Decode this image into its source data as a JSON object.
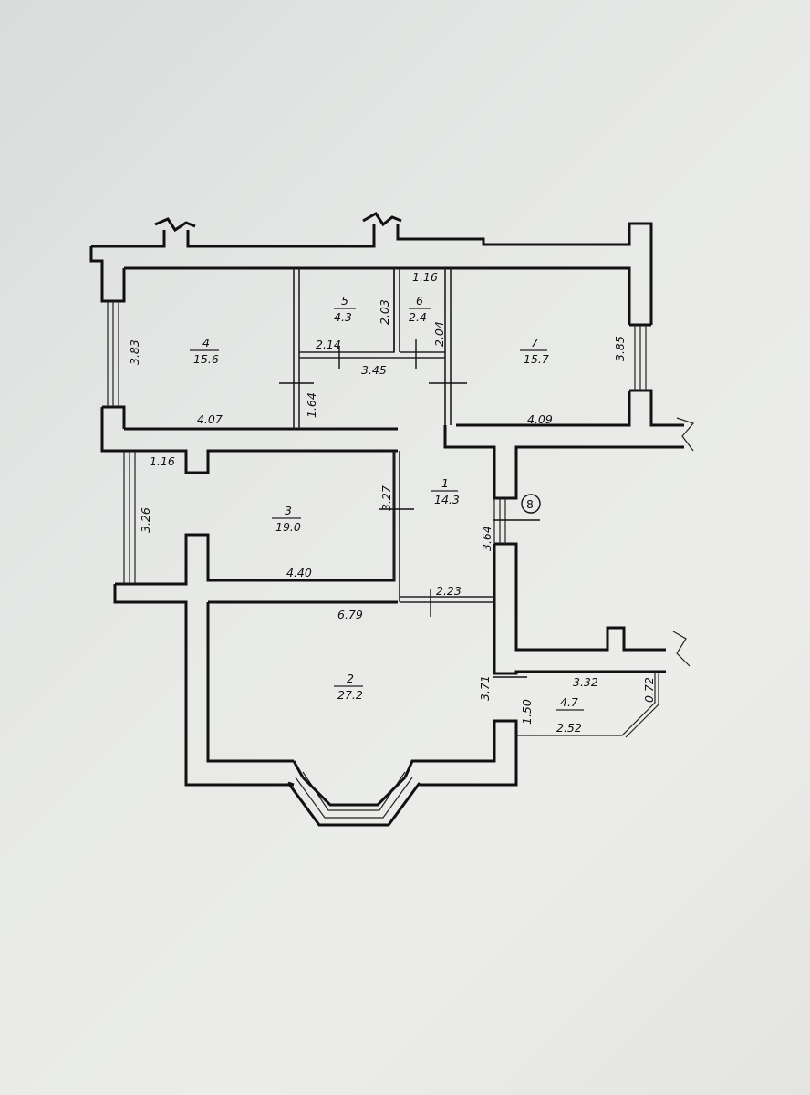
{
  "rooms": [
    {
      "id": "room-1",
      "number": "1",
      "area": "14.3"
    },
    {
      "id": "room-2",
      "number": "2",
      "area": "27.2"
    },
    {
      "id": "room-3",
      "number": "3",
      "area": "19.0"
    },
    {
      "id": "room-4",
      "number": "4",
      "area": "15.6"
    },
    {
      "id": "room-5",
      "number": "5",
      "area": "4.3"
    },
    {
      "id": "room-6",
      "number": "6",
      "area": "2.4"
    },
    {
      "id": "room-7",
      "number": "7",
      "area": "15.7"
    },
    {
      "id": "balcony",
      "number": "",
      "area": "4.7"
    }
  ],
  "dimensions": {
    "room4_width": "4.07",
    "room4_height": "3.83",
    "room5_width": "2.14",
    "room5_height": "2.03",
    "room6_width": "1.16",
    "room6_height": "2.04",
    "hall_width": "3.45",
    "hall_height": "1.64",
    "room7_width": "4.09",
    "room7_height": "3.85",
    "room3_offset": "1.16",
    "room3_window": "3.26",
    "room3_height": "3.27",
    "room3_width": "4.40",
    "corridor_height": "3.64",
    "corridor_width": "2.23",
    "room2_width": "6.79",
    "room2_height": "3.71",
    "balcony_depth": "1.50",
    "balcony_top": "3.32",
    "balcony_side": "0.72",
    "balcony_bottom": "2.52"
  },
  "marker": "8"
}
